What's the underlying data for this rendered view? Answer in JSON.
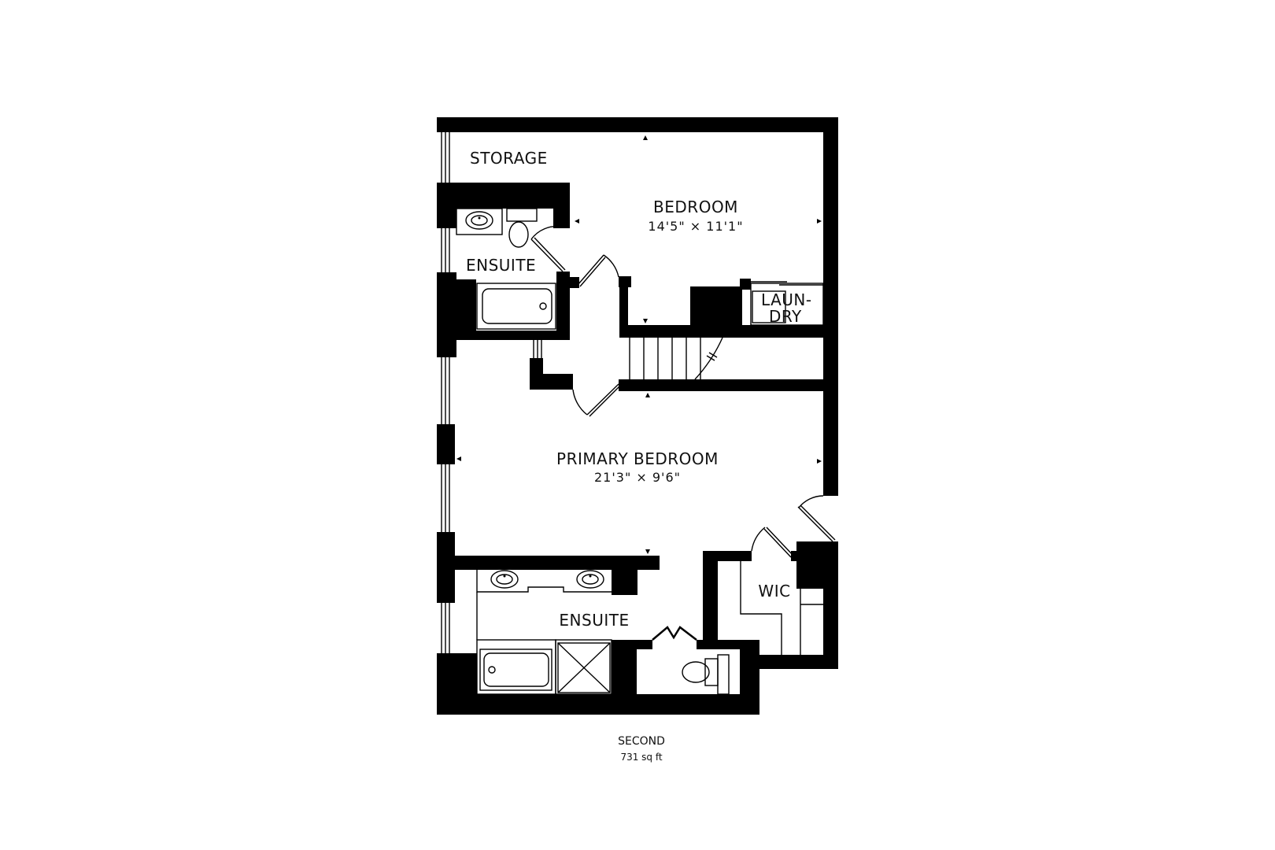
{
  "floor_plan": {
    "floor_name": "SECOND",
    "floor_area": "731 sq ft",
    "rooms": [
      {
        "id": "storage",
        "name": "STORAGE",
        "dimensions": ""
      },
      {
        "id": "bedroom",
        "name": "BEDROOM",
        "dimensions": "14'5\" × 11'1\""
      },
      {
        "id": "ensuite_upper",
        "name": "ENSUITE",
        "dimensions": ""
      },
      {
        "id": "laundry",
        "name_line1": "LAUN-",
        "name_line2": "DRY",
        "dimensions": ""
      },
      {
        "id": "primary_bedroom",
        "name": "PRIMARY BEDROOM",
        "dimensions": "21'3\" × 9'6\""
      },
      {
        "id": "ensuite_lower",
        "name": "ENSUITE",
        "dimensions": ""
      },
      {
        "id": "wic",
        "name": "WIC",
        "dimensions": ""
      }
    ],
    "fixtures": [
      "sink-icon",
      "toilet-icon",
      "bathtub-icon",
      "shower-icon",
      "double-sink-icon",
      "stairs-icon",
      "door-swing-icon",
      "bifold-door-icon",
      "window-icon",
      "washer-dryer-icon"
    ],
    "colors": {
      "wall": "#000000",
      "background": "#ffffff",
      "text": "#111111"
    }
  }
}
